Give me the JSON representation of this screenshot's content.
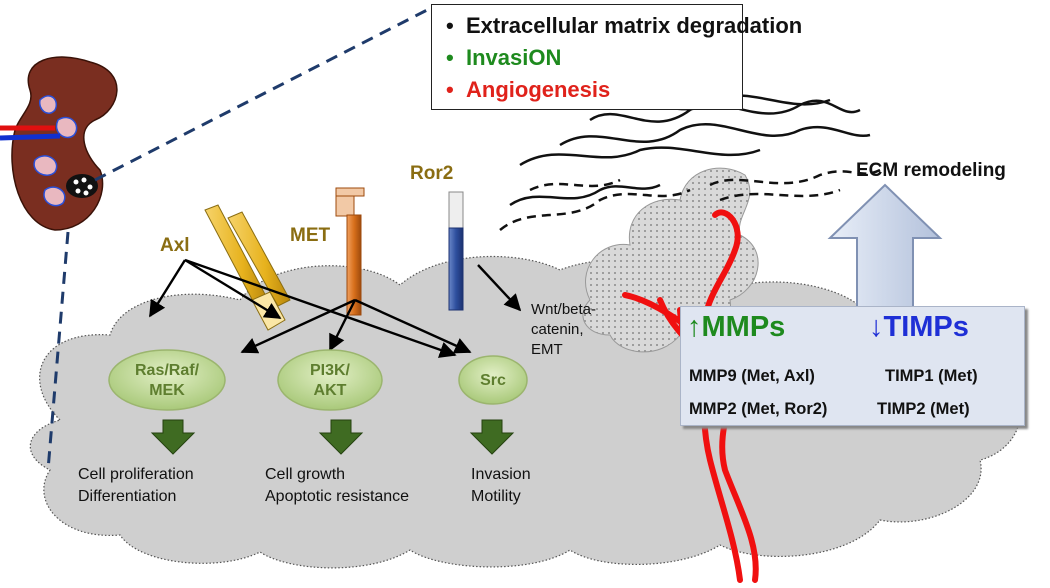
{
  "legend": {
    "items": [
      {
        "bullet": "•",
        "text": "Extracellular matrix degradation",
        "color": "#111111"
      },
      {
        "bullet": "•",
        "text": "InvasiON",
        "color": "#1e8a1e"
      },
      {
        "bullet": "•",
        "text": "Angiogenesis",
        "color": "#e0221b"
      }
    ]
  },
  "receptors": {
    "axl": "Axl",
    "met": "MET",
    "ror2": "Ror2"
  },
  "nodes": {
    "ras": "Ras/Raf/\nMEK",
    "pi3k": "PI3K/\nAKT",
    "src": "Src"
  },
  "outcomes": {
    "ras": "Cell proliferation\nDifferentiation",
    "pi3k": "Cell growth\nApoptotic resistance",
    "src": "Invasion\nMotility"
  },
  "wnt_text": "Wnt/beta-\ncatenin,\nEMT",
  "ecm_label": "ECM remodeling",
  "mmp_panel": {
    "up_arrow": "↑",
    "mmps": "MMPs",
    "down_arrow": "↓",
    "timps": "TIMPs",
    "rows": [
      {
        "left": "MMP9 (Met, Axl)",
        "right": "TIMP1 (Met)"
      },
      {
        "left": "MMP2 (Met, Ror2)",
        "right": "TIMP2 (Met)"
      }
    ]
  },
  "colors": {
    "up_green": "#1e8a1e",
    "down_blue": "#1e2fd6",
    "receptor_gold": "#8a6d12",
    "node_green": "#5e7e2f",
    "vessel_red": "#f01010"
  }
}
